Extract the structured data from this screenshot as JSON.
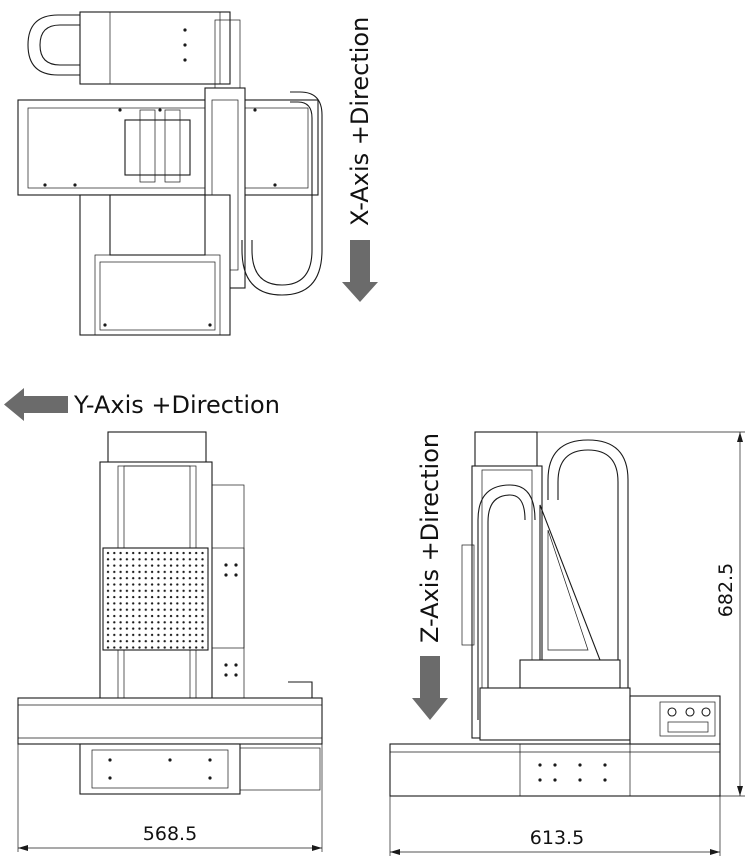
{
  "axes": {
    "x_label": "X-Axis +Direction",
    "y_label": "Y-Axis +Direction",
    "z_label": "Z-Axis +Direction"
  },
  "dimensions": {
    "front_width": "568.5",
    "side_width": "613.5",
    "side_height": "682.5"
  },
  "colors": {
    "arrow": "#6b6b6b",
    "line": "#1a1a1a"
  }
}
